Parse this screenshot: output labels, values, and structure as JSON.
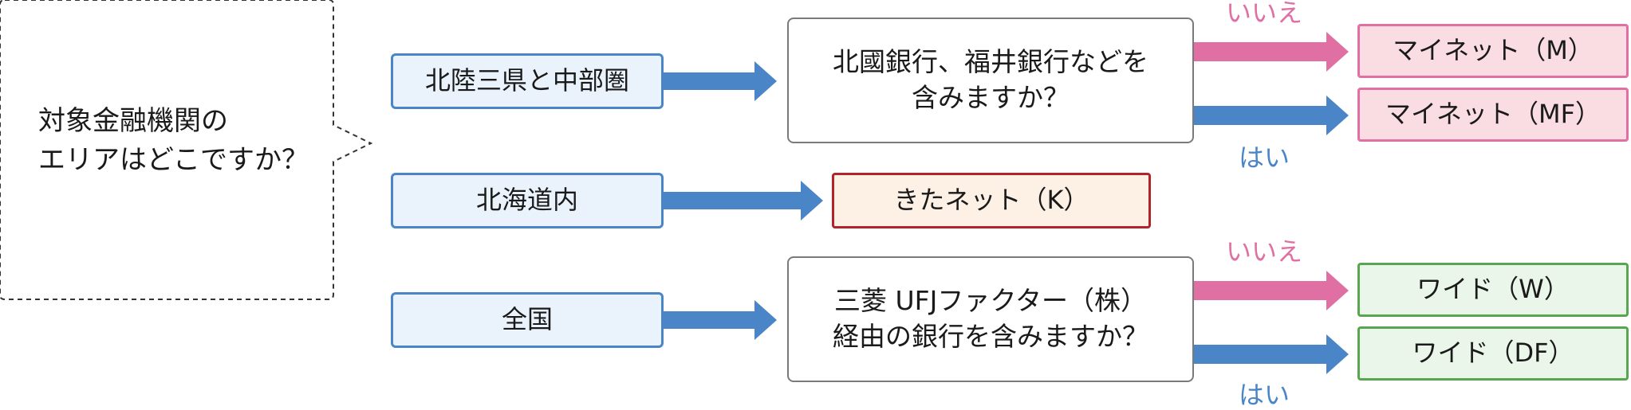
{
  "question": "対象金融機関の\nエリアはどこですか？",
  "regions": {
    "hokuriku": "北陸三県と中部圏",
    "hokkaido": "北海道内",
    "zenkoku": "全国"
  },
  "decisions": {
    "hokkoku": "北國銀行、福井銀行などを\n含みますか？",
    "mitsubishi": "三菱 UFJファクター（株）\n経由の銀行を含みますか？"
  },
  "results": {
    "mynet_m": "マイネット（M）",
    "mynet_mf": "マイネット（MF）",
    "kitanet_k": "きたネット（K）",
    "wide_w": "ワイド（W）",
    "wide_df": "ワイド（DF）"
  },
  "branch_labels": {
    "no": "いいえ",
    "yes": "はい"
  },
  "colors": {
    "blue_arrow": "#4a86c7",
    "pink_arrow": "#e06fa4",
    "region_fill": "#eaf3fc",
    "kita_border": "#b3242a",
    "pink_fill": "#f9dde3",
    "green_border": "#5aa552",
    "green_fill": "#eaf6e9"
  }
}
